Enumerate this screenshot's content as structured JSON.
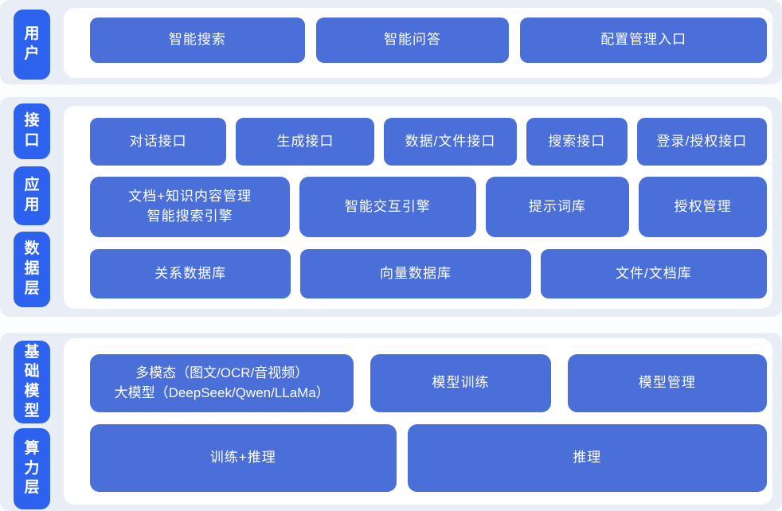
{
  "colors": {
    "pill": "#2d62ee",
    "button": "#4a6fd8",
    "section_bg": "#e9eef6",
    "page_bg": "#fcfdfe",
    "panel_bg": "#ffffff",
    "text": "#ffffff"
  },
  "layers": {
    "user": {
      "label": "用户",
      "row1": {
        "b1": "智能搜索",
        "b2": "智能问答",
        "b3": "配置管理入口"
      }
    },
    "middle": {
      "labels": {
        "interface": "接口",
        "application": "应用",
        "data": "数据层"
      },
      "row1": {
        "b1": "对话接口",
        "b2": "生成接口",
        "b3": "数据/文件接口",
        "b4": "搜索接口",
        "b5": "登录/授权接口"
      },
      "row2": {
        "b1_line1": "文档+知识内容管理",
        "b1_line2": "智能搜索引擎",
        "b2": "智能交互引擎",
        "b3": "提示词库",
        "b4": "授权管理"
      },
      "row3": {
        "b1": "关系数据库",
        "b2": "向量数据库",
        "b3": "文件/文档库"
      }
    },
    "bottom": {
      "labels": {
        "foundation": "基础模型",
        "compute": "算力层"
      },
      "row1": {
        "b1_line1": "多模态（图文/OCR/音视频）",
        "b1_line2": "大模型（DeepSeek/Qwen/LLaMa）",
        "b2": "模型训练",
        "b3": "模型管理"
      },
      "row2": {
        "b1": "训练+推理",
        "b2": "推理"
      }
    }
  }
}
